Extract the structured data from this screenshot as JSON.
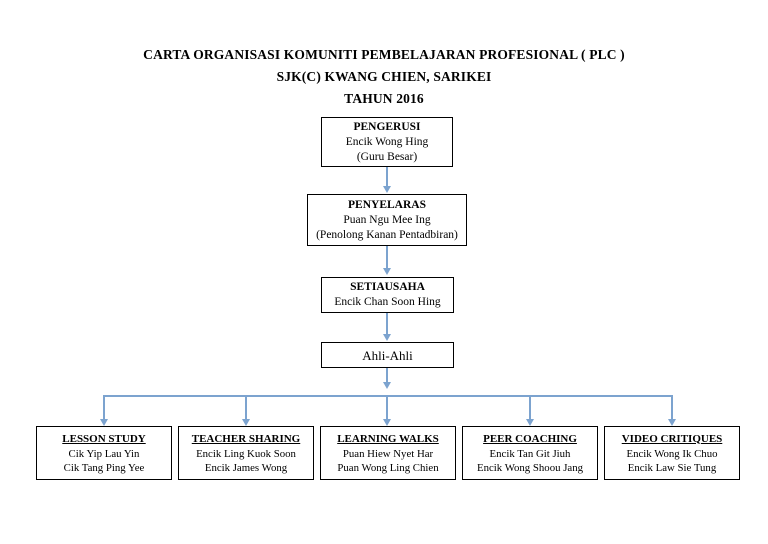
{
  "title": {
    "line1": "CARTA ORGANISASI  KOMUNITI PEMBELAJARAN PROFESIONAL ( PLC )",
    "line2": "SJK(C) KWANG CHIEN, SARIKEI",
    "line3": "TAHUN 2016"
  },
  "colors": {
    "connector": "#7ca3cf",
    "box_border": "#000000",
    "text": "#000000",
    "background": "#ffffff"
  },
  "hierarchy": {
    "chairman": {
      "role": "PENGERUSI",
      "person": "Encik Wong Hing",
      "note": "(Guru Besar)"
    },
    "coordinator": {
      "role": "PENYELARAS",
      "person": "Puan Ngu Mee Ing",
      "note": "(Penolong Kanan Pentadbiran)"
    },
    "secretary": {
      "role": "SETIAUSAHA",
      "person": "Encik Chan Soon Hing"
    },
    "members": {
      "label": "Ahli-Ahli"
    }
  },
  "committees": [
    {
      "name": "LESSON STUDY",
      "members": [
        "Cik Yip Lau Yin",
        "Cik Tang Ping Yee"
      ]
    },
    {
      "name": "TEACHER SHARING",
      "members": [
        "Encik Ling Kuok Soon",
        "Encik James Wong"
      ]
    },
    {
      "name": "LEARNING WALKS",
      "members": [
        "Puan Hiew Nyet Har",
        "Puan Wong Ling Chien"
      ]
    },
    {
      "name": "PEER COACHING",
      "members": [
        "Encik Tan Git Jiuh",
        "Encik Wong Shoou Jang"
      ]
    },
    {
      "name": "VIDEO CRITIQUES",
      "members": [
        "Encik Wong Ik Chuo",
        "Encik Law Sie Tung"
      ]
    }
  ]
}
